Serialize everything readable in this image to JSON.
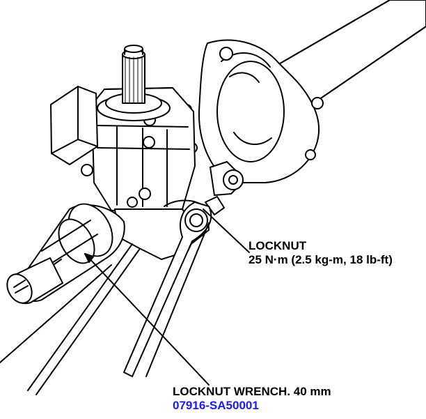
{
  "colors": {
    "ink": "#000000",
    "paper": "#ffffff",
    "part_number": "#1a1aff"
  },
  "callouts": {
    "locknut": {
      "title": "LOCKNUT",
      "torque": "25 N·m (2.5 kg-m, 18 lb-ft)"
    },
    "wrench": {
      "title": "LOCKNUT WRENCH. 40 mm",
      "part_number": "07916-SA50001"
    }
  }
}
